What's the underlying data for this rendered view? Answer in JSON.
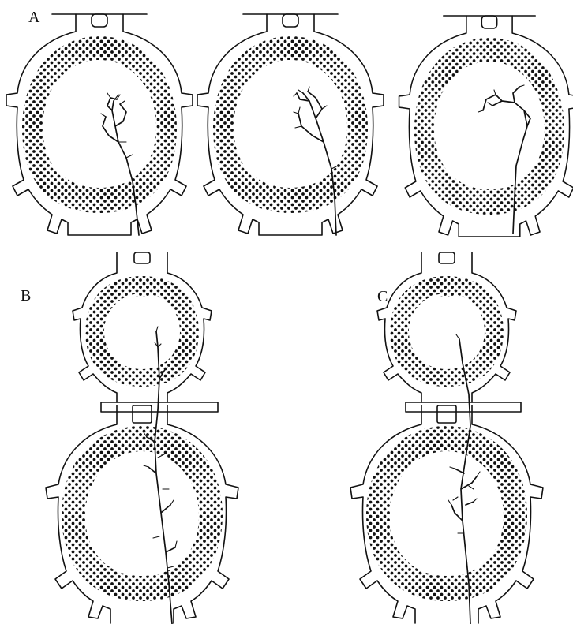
{
  "panels": [
    {
      "id": "A",
      "label": "A"
    },
    {
      "id": "B",
      "label": "B"
    },
    {
      "id": "C",
      "label": "C"
    }
  ],
  "colors": {
    "ink": "#111111",
    "background": "#ffffff",
    "stipple": "#111111"
  }
}
